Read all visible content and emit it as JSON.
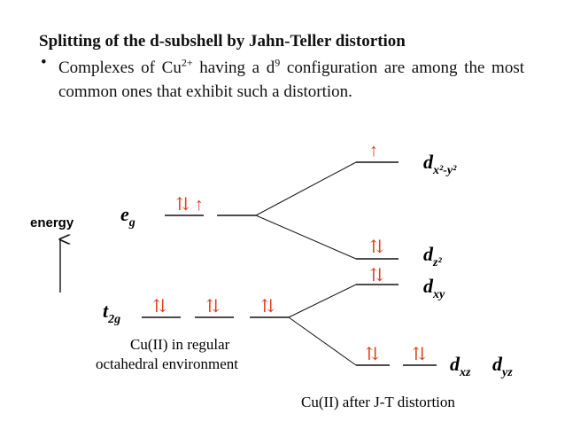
{
  "heading": "Splitting of the d-subshell by Jahn-Teller distortion",
  "bullet": {
    "symbol": "•",
    "pre": "Complexes of Cu",
    "sup1": "2+",
    "mid": " having a d",
    "sup2": "9",
    "post": " configuration are among the most common ones that exhibit such a distortion."
  },
  "energy_label": "energy",
  "left_levels": {
    "eg": {
      "main": "e",
      "sub": "g",
      "electrons": "⇅ ↑"
    },
    "t2g": {
      "main": "t",
      "sub": "2g",
      "electrons": [
        "⇅",
        "⇅",
        "⇅"
      ]
    }
  },
  "right_levels": {
    "dx2y2": {
      "main": "d",
      "sub": "x²-y²",
      "electrons": "↑"
    },
    "dz2": {
      "main": "d",
      "sub": "z²",
      "electrons": "⇅"
    },
    "dxy": {
      "main": "d",
      "sub": "xy",
      "electrons": "⇅"
    },
    "dxz": {
      "main": "d",
      "sub": "xz",
      "electrons": "⇅"
    },
    "dyz": {
      "main": "d",
      "sub": "yz",
      "electrons": "⇅"
    }
  },
  "caption_left": [
    "Cu(II) in regular",
    "octahedral environment"
  ],
  "caption_right": "Cu(II) after J-T distortion",
  "colors": {
    "arrow": "#d9431e",
    "line": "#111111"
  }
}
